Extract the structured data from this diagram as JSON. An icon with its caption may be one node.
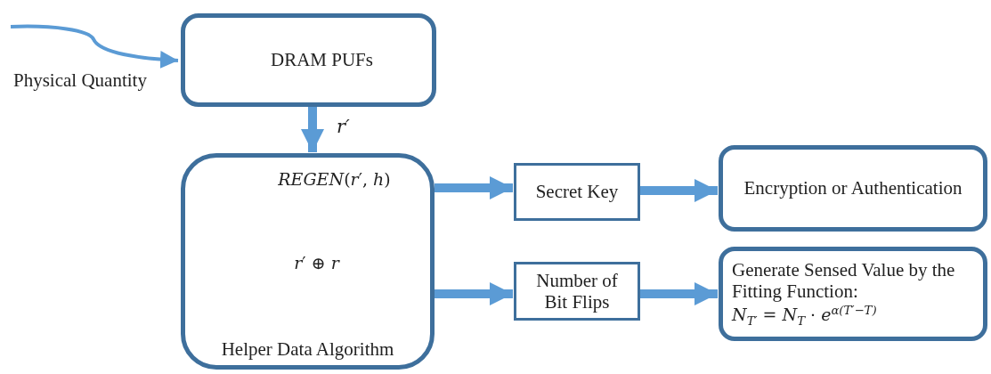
{
  "diagram": {
    "nodes": [
      {
        "text": [
          "DRAM PUFs"
        ]
      },
      {
        "text": [
          "*REGEN*(*r*′, *h*)",
          "*r*′ ⊕ *r*",
          "Helper Data Algorithm"
        ]
      },
      {
        "text": [
          "Secret Key"
        ]
      },
      {
        "text": [
          "Number of Bit Flips"
        ]
      },
      {
        "text": [
          "Encryption or Authentication"
        ]
      },
      {
        "text": [
          "Generate Sensed Value by the Fitting Function:",
          "*N*$_{T′}$ = *N*$_{T}$ · *e*$^{α(T′−T)}$"
        ]
      }
    ],
    "edges": [
      {
        "from": null,
        "to": 0,
        "arrow": "to",
        "label": "Physical Quantity"
      },
      {
        "from": 0,
        "to": 1,
        "arrow": "to",
        "label": "r′"
      },
      {
        "from": 1,
        "to": 2,
        "arrow": "to"
      },
      {
        "from": 1,
        "to": 3,
        "arrow": "to"
      },
      {
        "from": 2,
        "to": 4,
        "arrow": "to"
      },
      {
        "from": 3,
        "to": 5,
        "arrow": "to"
      }
    ]
  }
}
